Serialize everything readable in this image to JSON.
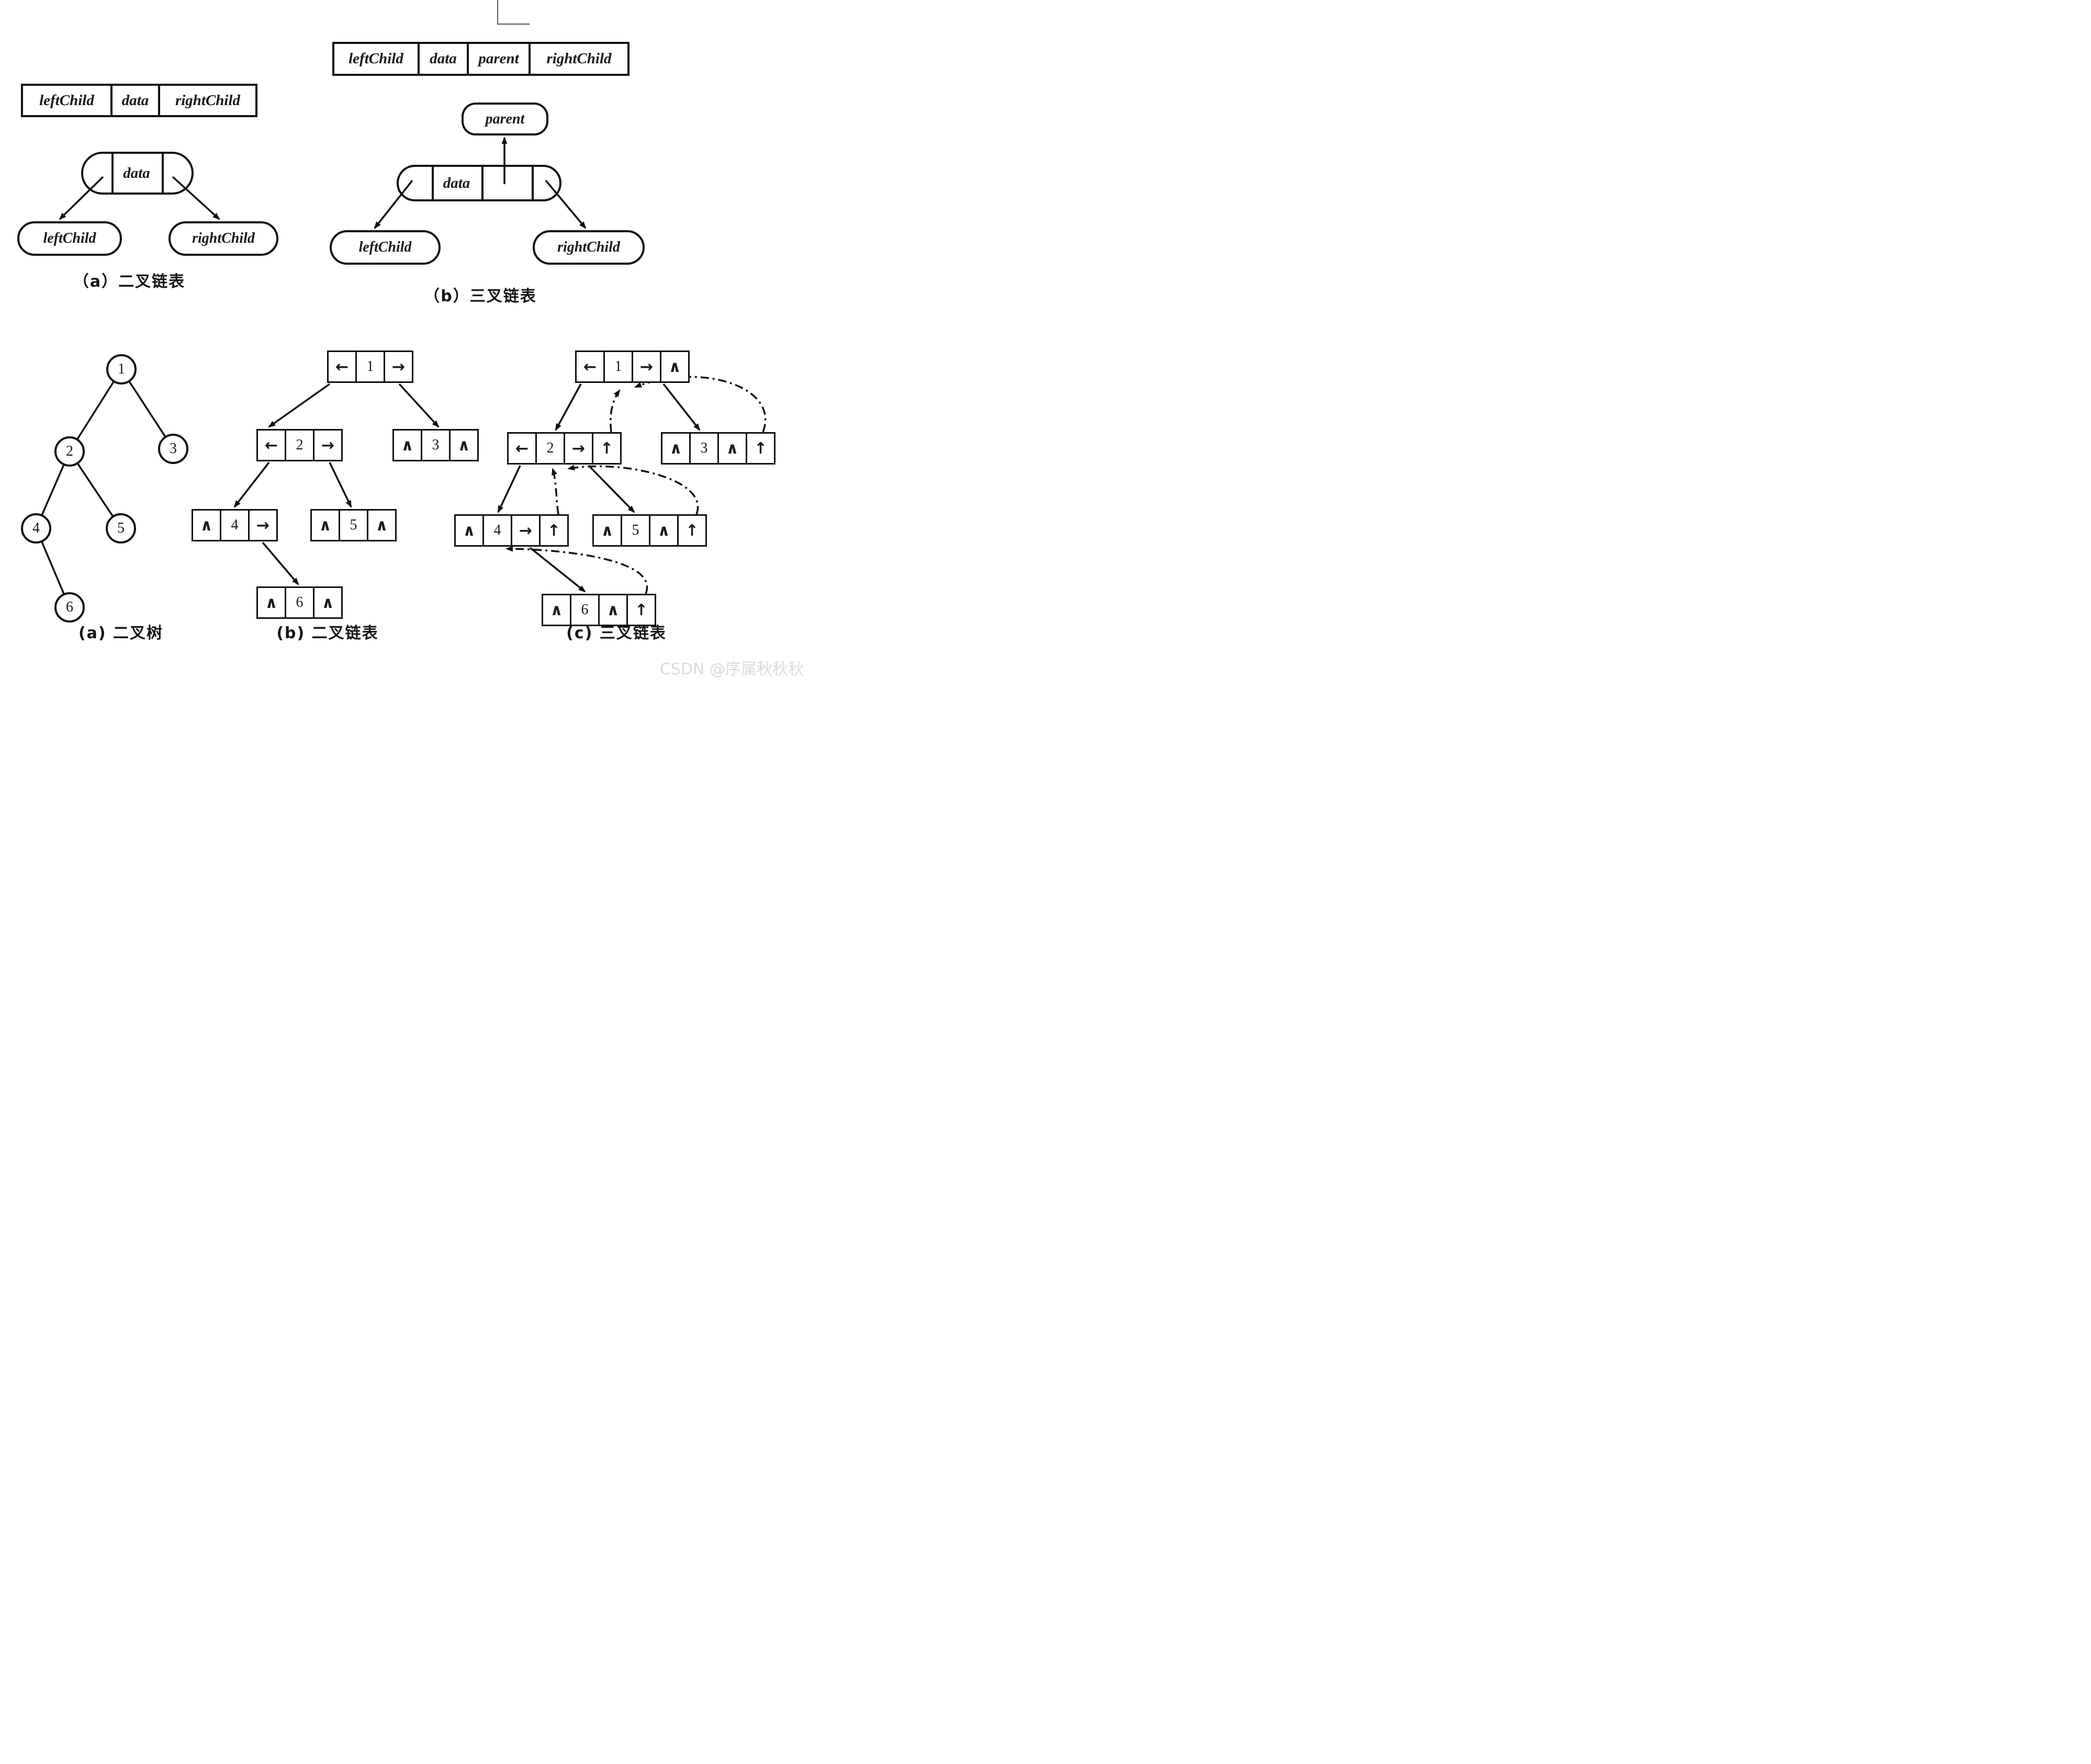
{
  "colors": {
    "ink": "#111111",
    "watermark": "#dbdbdb"
  },
  "top_binary": {
    "struct_cells": [
      "leftChild",
      "data",
      "rightChild"
    ],
    "node_data_label": "data",
    "left_child_label": "leftChild",
    "right_child_label": "rightChild",
    "caption": "（a）二叉链表"
  },
  "top_triple": {
    "struct_cells": [
      "leftChild",
      "data",
      "parent",
      "rightChild"
    ],
    "parent_label": "parent",
    "node_data_label": "data",
    "left_child_label": "leftChild",
    "right_child_label": "rightChild",
    "caption": "（b）三叉链表"
  },
  "tree": {
    "caption": "(a) 二叉树",
    "nodes": [
      "1",
      "2",
      "3",
      "4",
      "5",
      "6"
    ]
  },
  "binary_list": {
    "caption": "(b) 二叉链表",
    "nodes": [
      {
        "cells": [
          "←",
          "1",
          "→"
        ]
      },
      {
        "cells": [
          "←",
          "2",
          "→"
        ]
      },
      {
        "cells": [
          "∧",
          "3",
          "∧"
        ]
      },
      {
        "cells": [
          "∧",
          "4",
          "→"
        ]
      },
      {
        "cells": [
          "∧",
          "5",
          "∧"
        ]
      },
      {
        "cells": [
          "∧",
          "6",
          "∧"
        ]
      }
    ]
  },
  "triple_list": {
    "caption": "(c) 三叉链表",
    "nodes": [
      {
        "cells": [
          "←",
          "1",
          "→",
          "∧"
        ]
      },
      {
        "cells": [
          "←",
          "2",
          "→",
          "↑"
        ]
      },
      {
        "cells": [
          "∧",
          "3",
          "∧",
          "↑"
        ]
      },
      {
        "cells": [
          "∧",
          "4",
          "→",
          "↑"
        ]
      },
      {
        "cells": [
          "∧",
          "5",
          "∧",
          "↑"
        ]
      },
      {
        "cells": [
          "∧",
          "6",
          "∧",
          "↑"
        ]
      }
    ]
  },
  "watermark": "CSDN @序属秋秋秋"
}
